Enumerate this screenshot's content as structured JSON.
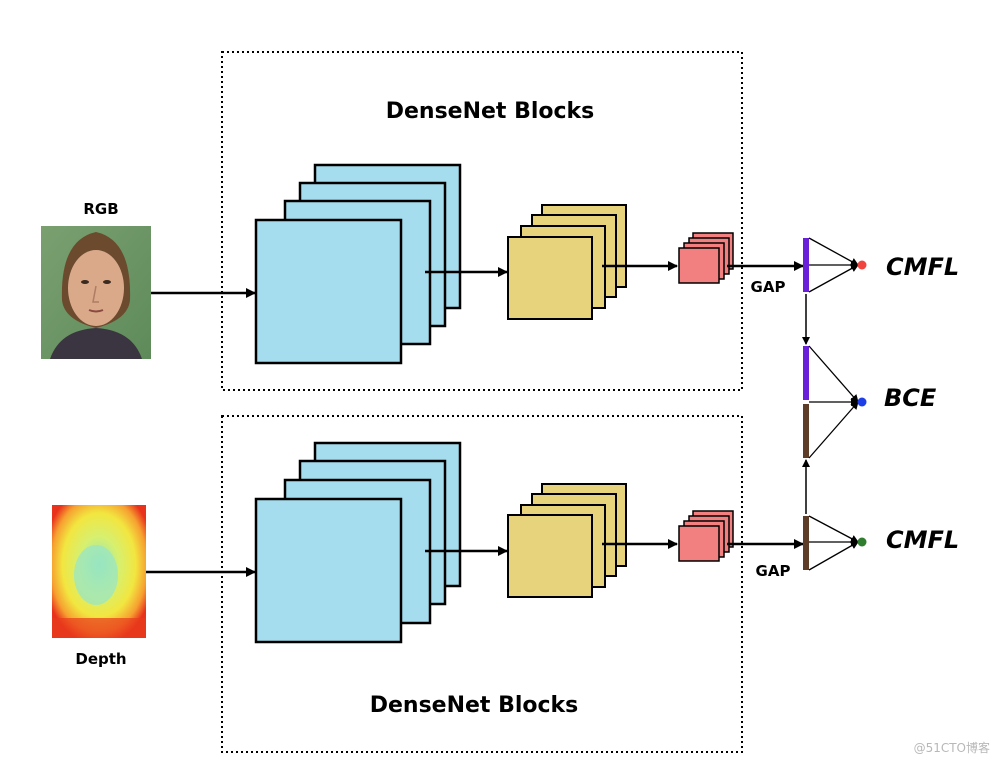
{
  "top_block": {
    "title": "DenseNet Blocks"
  },
  "bottom_block": {
    "title": "DenseNet Blocks"
  },
  "inputs": {
    "rgb_label": "RGB",
    "depth_label": "Depth"
  },
  "pooling": {
    "top_label": "GAP",
    "bottom_label": "GAP"
  },
  "losses": {
    "top": "CMFL",
    "middle": "BCE",
    "bottom": "CMFL"
  },
  "watermark": "@51CTO博客",
  "colors": {
    "large_block": "#a6ddee",
    "medium_block": "#e6d37c",
    "small_block": "#f28080",
    "rgb_vector": "#6a1fd8",
    "depth_vector": "#5e3d28",
    "top_cmfl_dot": "#f0453f",
    "bce_dot": "#1f3fe6",
    "bottom_cmfl_dot": "#2f7d2f"
  }
}
